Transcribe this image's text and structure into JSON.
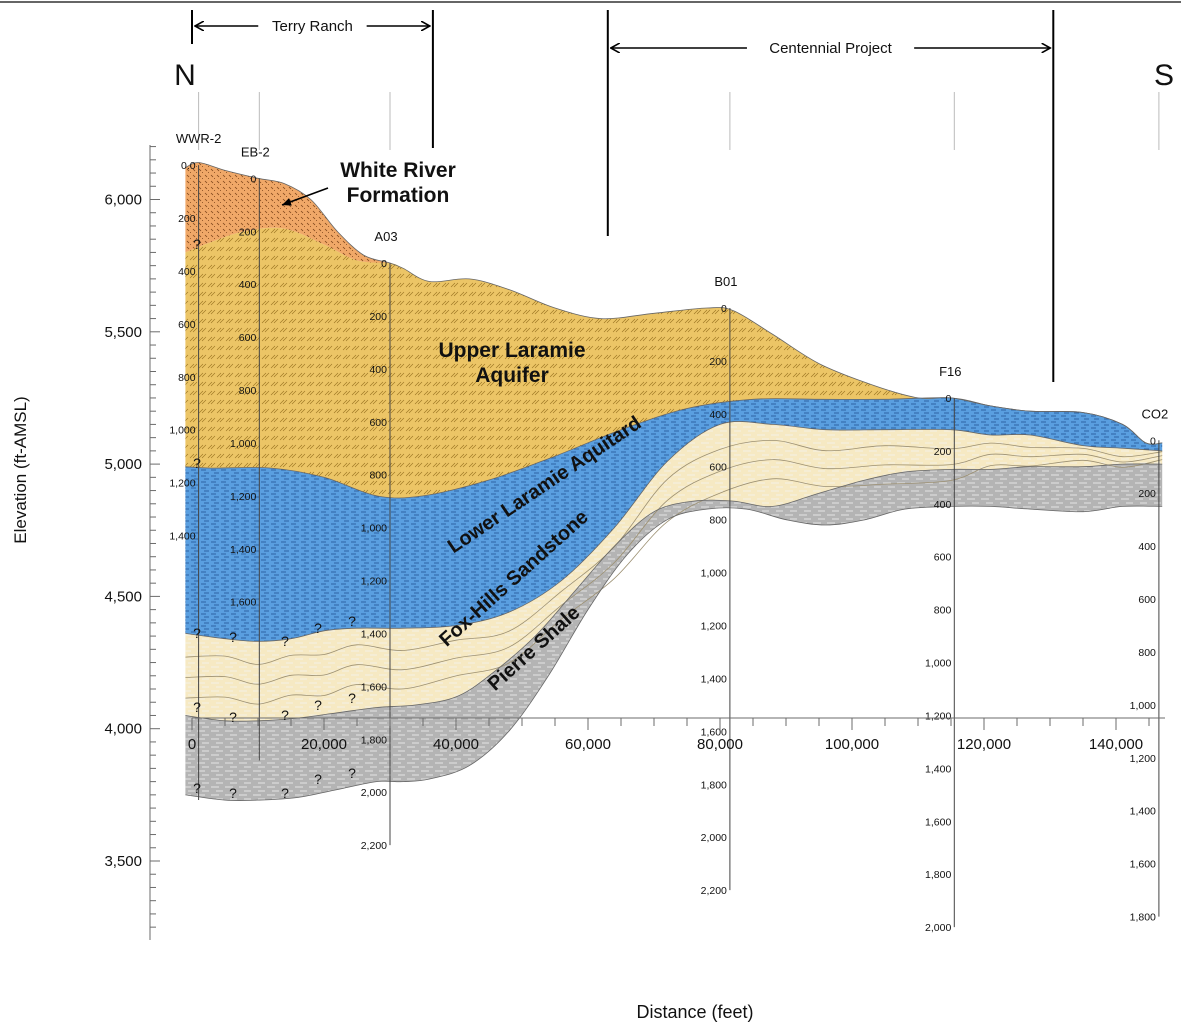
{
  "direction": {
    "left": "N",
    "right": "S"
  },
  "projects": [
    {
      "label": "Terry Ranch",
      "from_ft": 0,
      "to_ft": 36500
    },
    {
      "label": "Centennial Project",
      "from_ft": 63000,
      "to_ft": 130500
    }
  ],
  "axes": {
    "y_label": "Elevation (ft-AMSL)",
    "y_ticks": [
      "3,500",
      "4,000",
      "4,500",
      "5,000",
      "5,500",
      "6,000"
    ],
    "y_tick_values": [
      3500,
      4000,
      4500,
      5000,
      5500,
      6000
    ],
    "x_label": "Distance (feet)",
    "x_ticks": [
      "0",
      "20,000",
      "40,000",
      "60,000",
      "80,000",
      "100,000",
      "120,000",
      "140,000"
    ],
    "x_tick_values": [
      0,
      20000,
      40000,
      60000,
      80000,
      100000,
      120000,
      140000
    ]
  },
  "formations": [
    {
      "name": "White River\nFormation",
      "color": "#f0a868"
    },
    {
      "name": "Upper Laramie\nAquifer",
      "color": "#ecc566"
    },
    {
      "name": "Lower Laramie Aquitard",
      "color": "#5a9fe0"
    },
    {
      "name": "Fox-Hills Sandstone",
      "color": "#f6e9c3"
    },
    {
      "name": "Pierre Shale",
      "color": "#b4b4b4"
    }
  ],
  "wells": [
    {
      "name": "WWR-2",
      "x_ft": 1000,
      "top_elev": 6130,
      "depth_ft": 0,
      "depth_labels": [
        "0.0",
        "200",
        "400",
        "600",
        "800",
        "1,000",
        "1,200",
        "1,400"
      ]
    },
    {
      "name": "EB-2",
      "x_ft": 10200,
      "top_elev": 6080,
      "depth_ft": 2200,
      "depth_labels": [
        "0",
        "200",
        "400",
        "600",
        "800",
        "1,000",
        "1,200",
        "1,400",
        "1,600"
      ]
    },
    {
      "name": "A03",
      "x_ft": 30000,
      "top_elev": 5760,
      "depth_ft": 2200,
      "depth_labels": [
        "0",
        "200",
        "400",
        "600",
        "800",
        "1,000",
        "1,200",
        "1,400",
        "1,600",
        "1,800",
        "2,000",
        "2,200"
      ]
    },
    {
      "name": "B01",
      "x_ft": 81500,
      "top_elev": 5590,
      "depth_ft": 2200,
      "depth_labels": [
        "0",
        "200",
        "400",
        "600",
        "800",
        "1,000",
        "1,200",
        "1,400",
        "1,600",
        "1,800",
        "2,000",
        "2,200"
      ]
    },
    {
      "name": "F16",
      "x_ft": 115500,
      "top_elev": 5250,
      "depth_ft": 2000,
      "depth_labels": [
        "0",
        "200",
        "400",
        "600",
        "800",
        "1,000",
        "1,200",
        "1,400",
        "1,600",
        "1,800",
        "2,000"
      ]
    },
    {
      "name": "CO2",
      "x_ft": 146500,
      "top_elev": 5090,
      "depth_ft": 1800,
      "depth_labels": [
        "0",
        "200",
        "400",
        "600",
        "800",
        "1,000",
        "1,200",
        "1,400",
        "1,600",
        "1,800"
      ]
    }
  ],
  "surfaces": {
    "ground": [
      [
        -1000,
        6120
      ],
      [
        1000,
        6140
      ],
      [
        5000,
        6110
      ],
      [
        10000,
        6080
      ],
      [
        14000,
        6060
      ],
      [
        18000,
        6000
      ],
      [
        22000,
        5880
      ],
      [
        26000,
        5790
      ],
      [
        30000,
        5760
      ],
      [
        32000,
        5740
      ],
      [
        36000,
        5690
      ],
      [
        42000,
        5700
      ],
      [
        48000,
        5660
      ],
      [
        55000,
        5590
      ],
      [
        62000,
        5550
      ],
      [
        70000,
        5570
      ],
      [
        78000,
        5590
      ],
      [
        82000,
        5580
      ],
      [
        88000,
        5490
      ],
      [
        95000,
        5380
      ],
      [
        103000,
        5300
      ],
      [
        110000,
        5250
      ],
      [
        115000,
        5250
      ],
      [
        121000,
        5220
      ],
      [
        127000,
        5200
      ],
      [
        135000,
        5195
      ],
      [
        141000,
        5150
      ],
      [
        144500,
        5080
      ],
      [
        147000,
        5080
      ]
    ],
    "upper_laramie_top": [
      [
        -1000,
        5800
      ],
      [
        3000,
        5840
      ],
      [
        8000,
        5880
      ],
      [
        14000,
        5890
      ],
      [
        20000,
        5830
      ],
      [
        25000,
        5770
      ],
      [
        30000,
        5760
      ]
    ],
    "lower_laramie_top": [
      [
        -1000,
        4990
      ],
      [
        3000,
        4985
      ],
      [
        12000,
        4985
      ],
      [
        20000,
        4950
      ],
      [
        28000,
        4880
      ],
      [
        35000,
        4880
      ],
      [
        45000,
        4940
      ],
      [
        55000,
        5030
      ],
      [
        65000,
        5130
      ],
      [
        75000,
        5210
      ],
      [
        85000,
        5245
      ],
      [
        95000,
        5245
      ],
      [
        105000,
        5245
      ],
      [
        115000,
        5250
      ],
      [
        121000,
        5220
      ],
      [
        127000,
        5200
      ],
      [
        135000,
        5195
      ],
      [
        141000,
        5150
      ],
      [
        144500,
        5080
      ],
      [
        147000,
        5080
      ]
    ],
    "fox_hills_top": [
      [
        -1000,
        4360
      ],
      [
        5000,
        4340
      ],
      [
        10000,
        4330
      ],
      [
        15000,
        4340
      ],
      [
        20000,
        4370
      ],
      [
        25000,
        4380
      ],
      [
        32000,
        4380
      ],
      [
        40000,
        4390
      ],
      [
        48000,
        4440
      ],
      [
        56000,
        4560
      ],
      [
        64000,
        4760
      ],
      [
        72000,
        5010
      ],
      [
        80000,
        5150
      ],
      [
        88000,
        5150
      ],
      [
        96000,
        5130
      ],
      [
        105000,
        5130
      ],
      [
        115000,
        5130
      ],
      [
        121000,
        5110
      ],
      [
        127000,
        5110
      ],
      [
        135000,
        5070
      ],
      [
        141000,
        5060
      ],
      [
        147000,
        5050
      ]
    ],
    "pierre_top": [
      [
        -1000,
        4050
      ],
      [
        5000,
        4030
      ],
      [
        10000,
        4030
      ],
      [
        16000,
        4040
      ],
      [
        22000,
        4060
      ],
      [
        28000,
        4080
      ],
      [
        34000,
        4090
      ],
      [
        40000,
        4120
      ],
      [
        45000,
        4200
      ],
      [
        52000,
        4350
      ],
      [
        58000,
        4520
      ],
      [
        64000,
        4690
      ],
      [
        70000,
        4820
      ],
      [
        76000,
        4860
      ],
      [
        82000,
        4860
      ],
      [
        88000,
        4840
      ],
      [
        95000,
        4890
      ],
      [
        102000,
        4940
      ],
      [
        108000,
        4970
      ],
      [
        115000,
        4980
      ],
      [
        121000,
        4980
      ],
      [
        127000,
        4990
      ],
      [
        135000,
        4990
      ],
      [
        141000,
        5000
      ],
      [
        147000,
        5000
      ]
    ],
    "pierre_base": [
      [
        -1000,
        3750
      ],
      [
        5000,
        3730
      ],
      [
        10000,
        3730
      ],
      [
        16000,
        3740
      ],
      [
        22000,
        3770
      ],
      [
        28000,
        3800
      ],
      [
        32000,
        3800
      ],
      [
        36000,
        3810
      ],
      [
        42000,
        3860
      ],
      [
        48000,
        3990
      ],
      [
        54000,
        4200
      ],
      [
        60000,
        4450
      ],
      [
        66000,
        4660
      ],
      [
        72000,
        4790
      ],
      [
        78000,
        4830
      ],
      [
        84000,
        4830
      ],
      [
        90000,
        4790
      ],
      [
        96000,
        4770
      ],
      [
        102000,
        4790
      ],
      [
        108000,
        4830
      ],
      [
        115000,
        4840
      ],
      [
        121000,
        4840
      ],
      [
        127000,
        4830
      ],
      [
        135000,
        4820
      ],
      [
        141000,
        4840
      ],
      [
        147000,
        4840
      ]
    ]
  }
}
